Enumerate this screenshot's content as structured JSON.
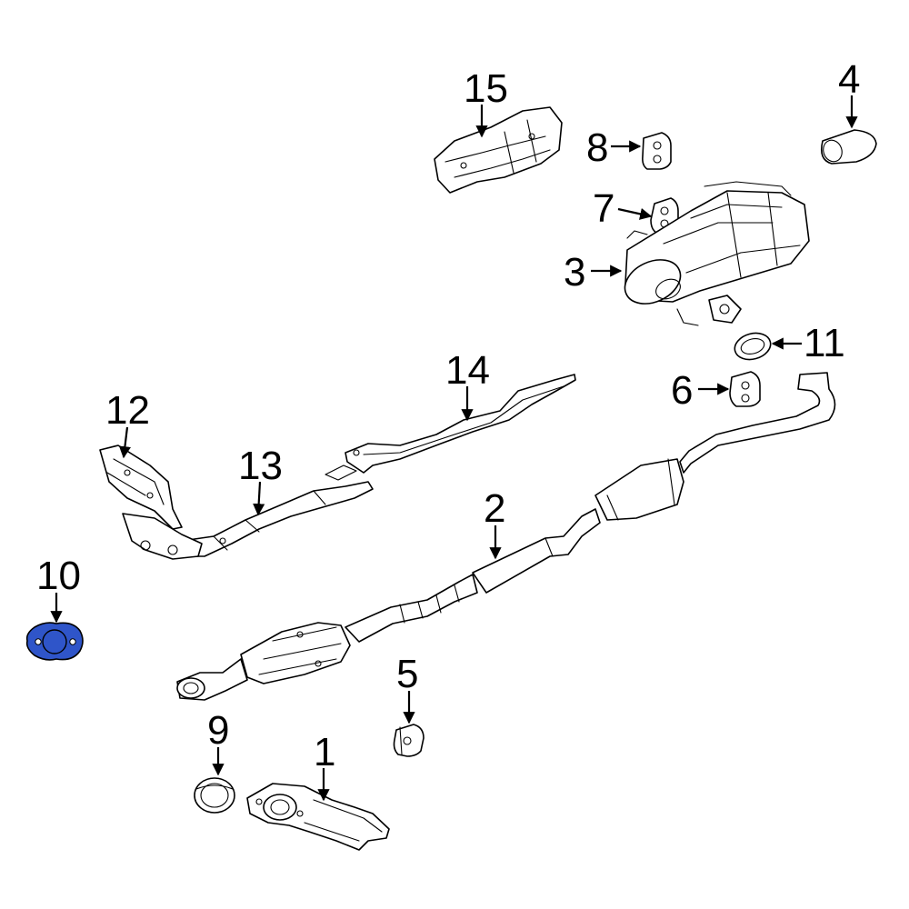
{
  "diagram": {
    "highlight_color": "#2f55c9",
    "highlighted_part": "10",
    "callouts": [
      {
        "id": "1",
        "label": "1"
      },
      {
        "id": "2",
        "label": "2"
      },
      {
        "id": "3",
        "label": "3"
      },
      {
        "id": "4",
        "label": "4"
      },
      {
        "id": "5",
        "label": "5"
      },
      {
        "id": "6",
        "label": "6"
      },
      {
        "id": "7",
        "label": "7"
      },
      {
        "id": "8",
        "label": "8"
      },
      {
        "id": "9",
        "label": "9"
      },
      {
        "id": "10",
        "label": "10"
      },
      {
        "id": "11",
        "label": "11"
      },
      {
        "id": "12",
        "label": "12"
      },
      {
        "id": "13",
        "label": "13"
      },
      {
        "id": "14",
        "label": "14"
      },
      {
        "id": "15",
        "label": "15"
      }
    ]
  }
}
